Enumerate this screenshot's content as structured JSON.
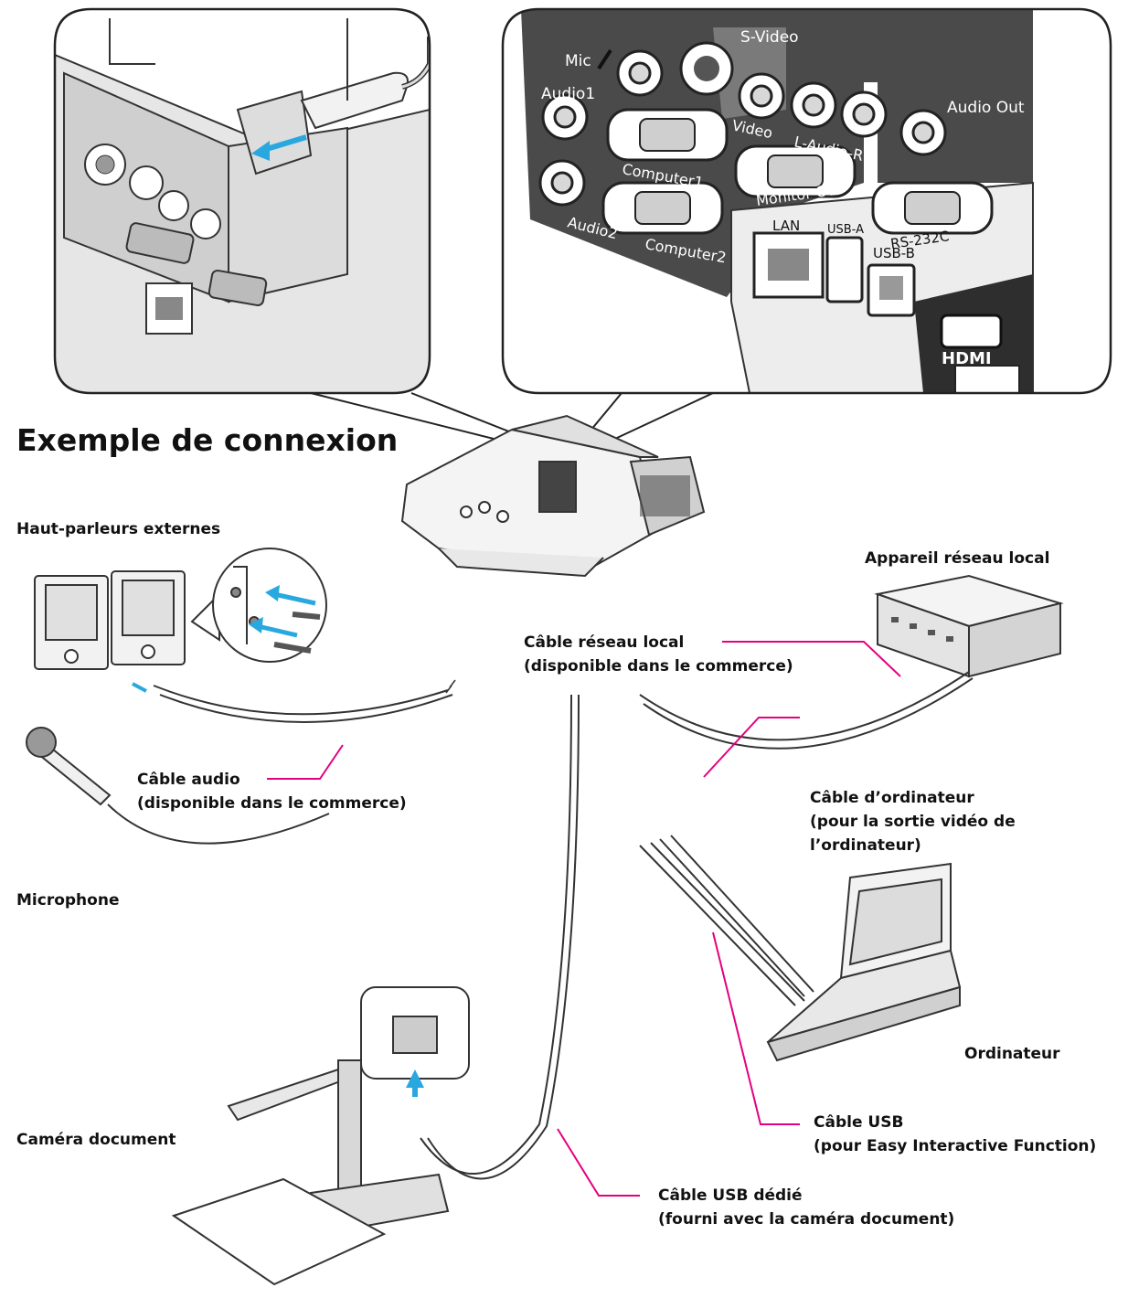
{
  "title": "Exemple de connexion",
  "ports": {
    "mic": "Mic",
    "s_video": "S-Video",
    "audio1": "Audio1",
    "video": "Video",
    "l_audio_r": "L-Audio-R",
    "audio_out": "Audio Out",
    "computer1": "Computer1",
    "monitor_out": "Monitor Out",
    "audio2": "Audio2",
    "computer2": "Computer2",
    "lan": "LAN",
    "usb_a": "USB-A",
    "usb_b": "USB-B",
    "rs232c": "RS-232C",
    "hdmi": "HDMI"
  },
  "devices": {
    "speakers": "Haut-parleurs externes",
    "network_device": "Appareil réseau local",
    "microphone": "Microphone",
    "computer": "Ordinateur",
    "document_camera": "Caméra document"
  },
  "cables": {
    "lan": {
      "line1": "Câble réseau local",
      "line2": "(disponible dans le commerce)"
    },
    "audio": {
      "line1": "Câble audio",
      "line2": "(disponible dans le commerce)"
    },
    "computer": {
      "line1": "Câble d’ordinateur",
      "line2": "(pour la sortie vidéo de",
      "line3": "l’ordinateur)"
    },
    "usb": {
      "line1": "Câble USB",
      "line2": "(pour Easy Interactive Function)"
    },
    "usb_dedicated": {
      "line1": "Câble USB dédié",
      "line2": "(fourni avec la caméra document)"
    }
  },
  "colors": {
    "leader": "#e5007e",
    "arrow": "#29a8e0",
    "panel_dark": "#4a4a4a",
    "panel_mid": "#7a7a7a"
  }
}
